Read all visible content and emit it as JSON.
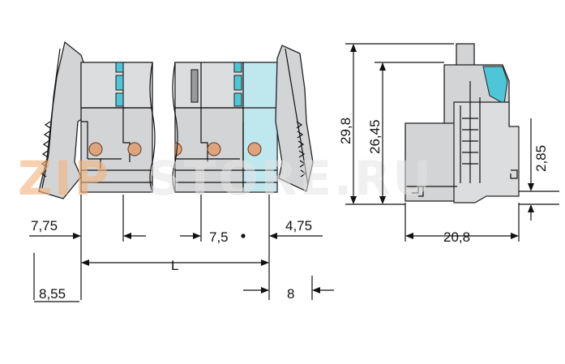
{
  "watermark": {
    "text_left": "ZIP",
    "text_right": "STORE.RU",
    "color_accent": "#f3b47b"
  },
  "colors": {
    "housing": "#d3d4d6",
    "accent_cyan": "#4fc6d8",
    "accent_cyan_light": "#bfe8ee",
    "pin": "#e0a47c",
    "line": "#111111"
  },
  "dimensions": {
    "d_7_75": "7,75",
    "d_8_55": "8,55",
    "d_L": "L",
    "d_7_5": "7,5",
    "d_4_75": "4,75",
    "d_8": "8",
    "d_29_8": "29,8",
    "d_26_45": "26,45",
    "d_2_85": "2,85",
    "d_20_8": "20,8"
  }
}
